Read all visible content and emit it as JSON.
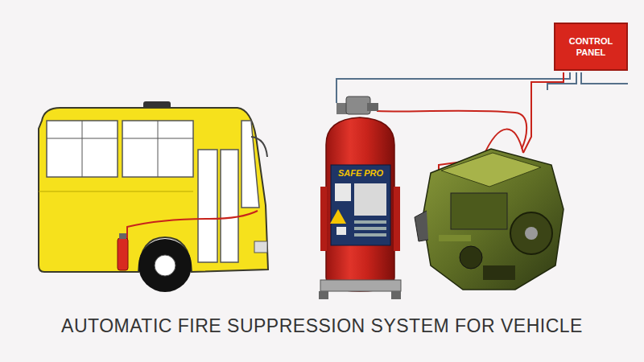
{
  "diagram": {
    "title": "AUTOMATIC FIRE SUPPRESSION SYSTEM FOR VEHICLE",
    "nodes": [
      {
        "text": [
          "CONTROL PANEL"
        ]
      }
    ],
    "edges": [],
    "labels": [
      "SAFE PRO"
    ]
  }
}
